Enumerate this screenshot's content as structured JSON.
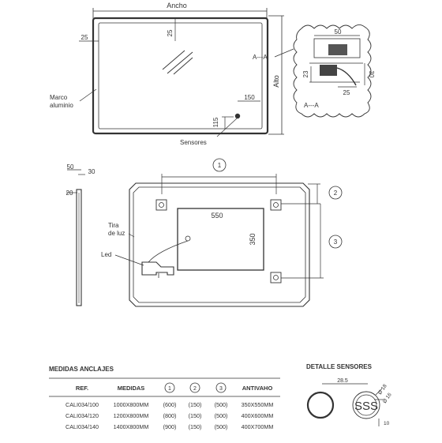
{
  "front_view": {
    "ancho": "Ancho",
    "alto": "Alto",
    "dim_25_left": "25",
    "dim_25_top": "25",
    "marco_line1": "Marco",
    "marco_line2": "aluminio",
    "section_marker": "A---A",
    "dim_150": "150",
    "dim_115": "115",
    "sensores": "Sensores"
  },
  "section_detail": {
    "dim_50": "50",
    "dim_23": "23",
    "dim_30": "30",
    "dim_25": "25",
    "section_marker": "A---A"
  },
  "side_view": {
    "dim_50": "50",
    "dim_30": "30",
    "dim_20": "20"
  },
  "back_view": {
    "circle_1": "1",
    "circle_2": "2",
    "circle_3": "3",
    "dim_550": "550",
    "dim_350": "350",
    "tira_line1": "Tira",
    "tira_line2": "de luz",
    "led": "Led"
  },
  "table": {
    "title": "MEDIDAS ANCLAJES",
    "headers": [
      "REF.",
      "MEDIDAS",
      "1",
      "2",
      "3",
      "ANTIVAHO"
    ],
    "rows": [
      [
        "CALI034/100",
        "1000X800MM",
        "(600)",
        "(150)",
        "(500)",
        "350X550MM"
      ],
      [
        "CALI034/120",
        "1200X800MM",
        "(800)",
        "(150)",
        "(500)",
        "400X600MM"
      ],
      [
        "CALI034/140",
        "1400X800MM",
        "(900)",
        "(150)",
        "(500)",
        "400X700MM"
      ]
    ]
  },
  "sensor_detail": {
    "title": "DETALLE SENSORES",
    "dim_28_5": "28.5",
    "dim_d18": "Ø 18",
    "dim_d16": "Ø 16",
    "dim_10": "10",
    "sss_text": "SSS"
  }
}
